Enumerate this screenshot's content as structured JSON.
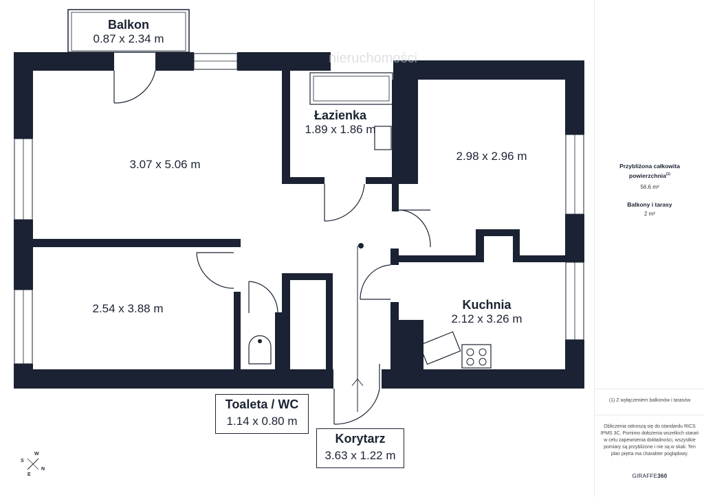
{
  "watermark": "nieruchomości",
  "rooms": {
    "balkon": {
      "title": "Balkon",
      "dims": "0.87 x 2.34 m"
    },
    "bedroom_large": {
      "dims": "3.07 x 5.06 m"
    },
    "bathroom": {
      "title": "Łazienka",
      "dims": "1.89 x 1.86 m"
    },
    "bedroom_right": {
      "dims": "2.98 x 2.96 m"
    },
    "bedroom_small": {
      "dims": "2.54 x 3.88 m"
    },
    "kitchen": {
      "title": "Kuchnia",
      "dims": "2.12 x 3.26 m"
    },
    "toilet": {
      "title": "Toaleta / WC",
      "dims": "1.14 x 0.80 m"
    },
    "corridor": {
      "title": "Korytarz",
      "dims": "3.63 x 1.22 m"
    }
  },
  "panel": {
    "area_title_line1": "Przybliżona całkowita",
    "area_title_line2": "powierzchnia",
    "area_footnote_mark": "(1)",
    "area_value": "56.6 m²",
    "balcony_title": "Balkony i tarasy",
    "balcony_value": "2 m²",
    "footnote": "(1) Z wyłączeniem balkonów i tarasów",
    "disclaimer": "Obliczenia odnoszą się do standardu RICS IPMS 3C. Pomimo dołożenia wszelkich starań w celu zapewnienia dokładności, wszystkie pomiary są przybliżone i nie są w skali. Ten plan piętra ma charakter poglądowy.",
    "brand_prefix": "GIRAFFE",
    "brand_suffix": "360"
  },
  "compass": {
    "s": "S",
    "w": "W",
    "e": "E",
    "n": "N"
  },
  "colors": {
    "wall": "#1a2233",
    "window": "#ffffff",
    "line": "#1a2233"
  }
}
